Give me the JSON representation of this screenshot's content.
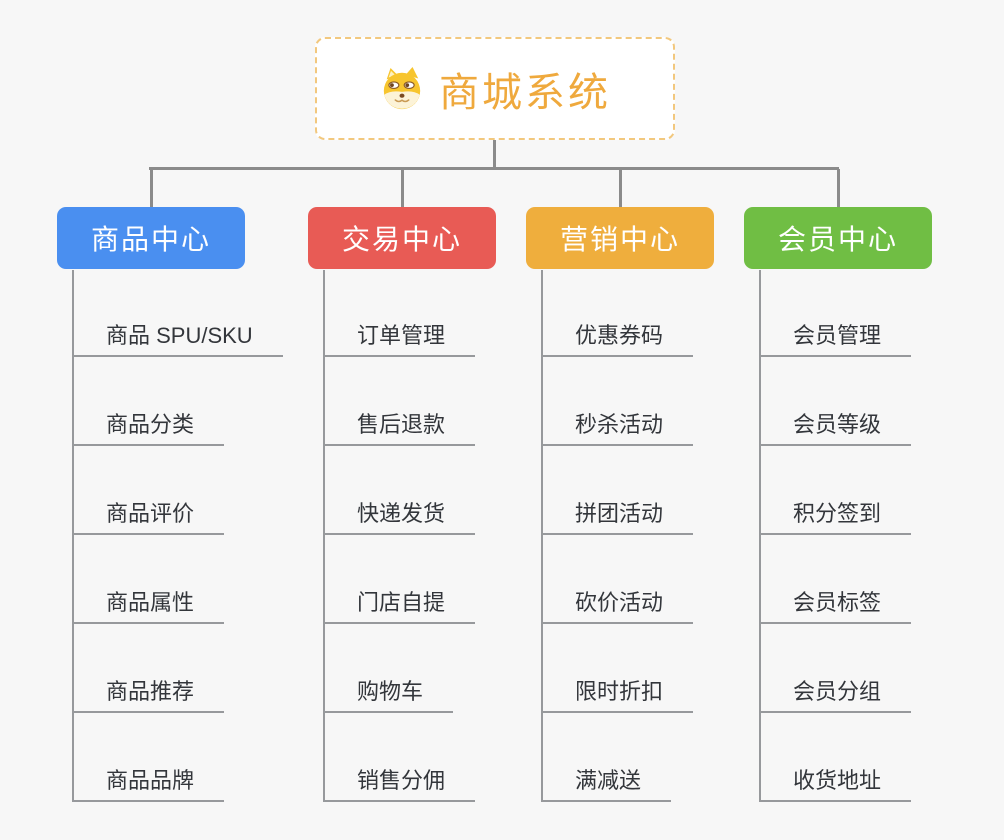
{
  "diagram": {
    "background_color": "#f7f7f7",
    "connector_color": "#8b8b8b",
    "item_line_color": "#97999c"
  },
  "root": {
    "title": "商城系统",
    "title_color": "#efa93d",
    "border_color": "#f2c87e",
    "icon": "doge-dog-icon"
  },
  "branches": [
    {
      "id": "product-center",
      "label": "商品中心",
      "color": "#4a8ff0",
      "items": [
        "商品 SPU/SKU",
        "商品分类",
        "商品评价",
        "商品属性",
        "商品推荐",
        "商品品牌"
      ]
    },
    {
      "id": "trade-center",
      "label": "交易中心",
      "color": "#e85b55",
      "items": [
        "订单管理",
        "售后退款",
        "快递发货",
        "门店自提",
        "购物车",
        "销售分佣"
      ]
    },
    {
      "id": "marketing-center",
      "label": "营销中心",
      "color": "#efae3d",
      "items": [
        "优惠券码",
        "秒杀活动",
        "拼团活动",
        "砍价活动",
        "限时折扣",
        "满减送"
      ]
    },
    {
      "id": "member-center",
      "label": "会员中心",
      "color": "#70be44",
      "items": [
        "会员管理",
        "会员等级",
        "积分签到",
        "会员标签",
        "会员分组",
        "收货地址"
      ]
    }
  ]
}
